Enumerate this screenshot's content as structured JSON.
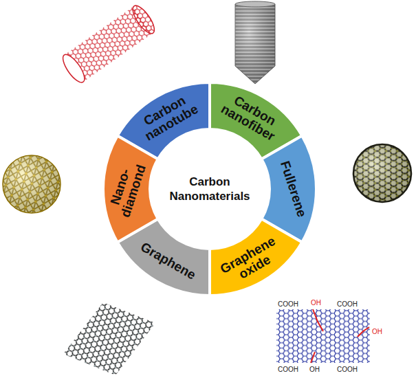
{
  "diagram": {
    "nodes": [
      {
        "text": [
          "Carbon Nanomaterials"
        ]
      },
      {
        "text": [
          "Carbon nanotube"
        ]
      },
      {
        "text": [
          "Carbon nanofiber"
        ]
      },
      {
        "text": [
          "Fullerene"
        ]
      },
      {
        "text": [
          "Graphene oxide"
        ]
      },
      {
        "text": [
          "Graphene"
        ]
      },
      {
        "text": [
          "Nano- diamond"
        ]
      }
    ],
    "labels": [
      "COOH",
      "OH",
      "COOH",
      "OH",
      "COOH",
      "OH",
      "COOH"
    ]
  }
}
